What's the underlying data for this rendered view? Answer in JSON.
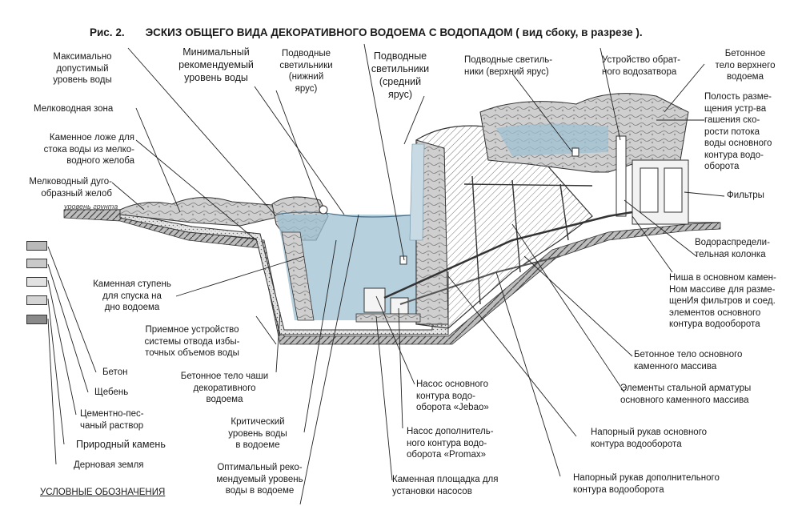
{
  "title": {
    "fig": "Рис. 2.",
    "text": "ЭСКИЗ ОБЩЕГО ВИДА ДЕКОРАТИВНОГО ВОДОЕМА С ВОДОПАДОМ ( вид сбоку, в разрезе )."
  },
  "labels": {
    "max_level": "Максимально\nдопустимый\nуровень воды",
    "min_level": "Минимальный\nрекомендуемый\nуровень воды",
    "lights_low": "Подводные\nсветильники\n(нижний\nярус)",
    "lights_mid": "Подводные\nсветильники\n(средний\nярус)",
    "lights_top": "Подводные светиль-\nники (верхний ярус)",
    "backflow": "Устройство обрат-\nного водозатвора",
    "upper_body": "Бетонное\nтело верхнего\nводоема",
    "damping_cavity": "Полость разме-\nщения устр-ва\nгашения ско-\nрости потока\nводы основного\nконтура водо-\nоборота",
    "filters": "Фильтры",
    "column": "Водораспредели-\nтельная колонка",
    "niche": "Ниша в основном камен-\nНом массиве для разме-\nщенИя фильтров и соед.\nэлементов основного\nконтура водооборота",
    "main_body": "Бетонное тело основного\nкаменного массива",
    "rebar": "Элементы стальной арматуры\nосновного каменного массива",
    "hose_main": "Напорный рукав основного\nконтура водооборота",
    "hose_extra": "Напорный рукав дополнительного\nконтура водооборота",
    "pad": "Каменная площадка для\nустановки насосов",
    "pump_extra": "Насос дополнитель-\nного контура водо-\nоборота «Promax»",
    "pump_main": "Насос основного\nконтура водо-\nоборота «Jebao»",
    "optimal_level": "Оптимальный реко-\nмендуемый уровень\nводы в водоеме",
    "critical_level": "Критический\nуровень воды\nв водоеме",
    "bowl_body": "Бетонное тело чаши\nдекоративного\nводоема",
    "overflow": "Приемное устройство\nсистемы отвода избы-\nточных объемов воды",
    "stone_step": "Каменная ступень\nдля спуска на\nдно водоема",
    "shallow_zone": "Мелководная зона",
    "stone_bed": "Каменное ложе для\nстока воды из мелко-\nводного желоба",
    "shallow_trough": "Мелководный дуго-\nобразный желоб",
    "ground_level": "уровень грунта"
  },
  "legend": {
    "title": "УСЛОВНЫЕ  ОБОЗНАЧЕНИЯ",
    "items": [
      {
        "label": "Бетон",
        "color": "#b9b9b9"
      },
      {
        "label": "Щебень",
        "color": "#c9c9c9"
      },
      {
        "label": "Цементно-пес-\nчаный раствор",
        "color": "#e2e2e2"
      },
      {
        "label": "Природный камень",
        "color": "#d4d4d4"
      },
      {
        "label": "Дерновая земля",
        "color": "#8a8a8a"
      }
    ]
  },
  "colors": {
    "water": "#9fc0d2",
    "concrete": "#b9b9b9",
    "gravel": "#cfcfcf",
    "stone": "#d8d8d8",
    "soil": "#555555"
  }
}
